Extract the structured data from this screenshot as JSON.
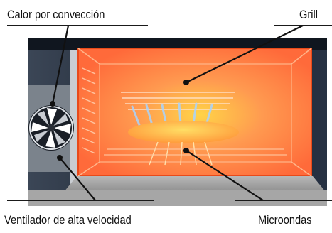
{
  "labels": {
    "convection": "Calor por convección",
    "grill": "Grill",
    "fan": "Ventilador de alta velocidad",
    "microwave": "Microondas"
  },
  "colors": {
    "background": "#ffffff",
    "oven_shell": "#1e2633",
    "cavity": "#ff7a45",
    "cavity_edge": "#e84a1a",
    "glow": "#ffd447",
    "leader": "#111111",
    "heat_streak": "#a8d4ff"
  },
  "icons": {
    "fan": "fan-icon",
    "food": "food-tray-icon"
  }
}
